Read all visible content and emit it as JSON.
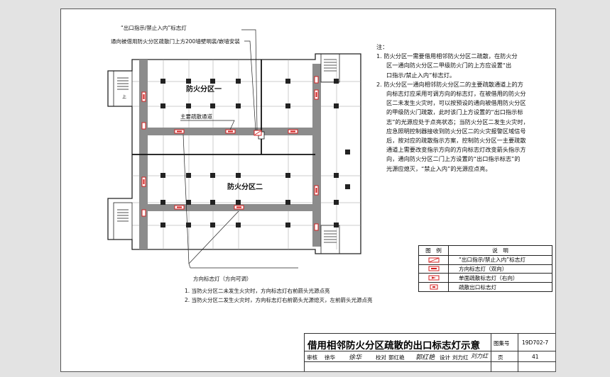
{
  "annotations": {
    "exit_sign_label": "“出口指示/禁止入内”标志灯",
    "door_install_note": "通向被借用防火分区疏散门上方200墙壁明装/嵌墙安装",
    "main_corridor": "主要疏散通道",
    "zone_one": "防火分区一",
    "zone_two": "防火分区二",
    "direction_sign_label": "方向标志灯（方向可调）",
    "bottom_note_1": "1. 当防火分区二未发生火灾时，方向标志灯右前箭头光源点亮",
    "bottom_note_2": "2. 当防火分区二发生火灾时，方向标志灯右前箭头光源熄灭，左前箭头光源点亮",
    "stair_mark": "上"
  },
  "notes": {
    "heading": "注：",
    "lines": [
      "1.  防火分区一需要借用相邻防火分区二疏散，在防火分",
      "区一通向防火分区二甲级防火门的上方应设置“出",
      "口指示/禁止入内”标志灯。",
      "2.  防火分区一通向相邻防火分区二的主要疏散通道上的方",
      "向标志灯应采用可调方向的标志灯，在被借用的防火分",
      "区二未发生火灾时，可以按预设的通向被借用防火分区",
      "的甲级防火门疏散，此时该门上方设置的“出口指示标",
      "志”的光源应处于点亮状态；当防火分区二发生火灾时，",
      "应急照明控制器接收到防火分区二的火灾报警区域信号",
      "后，按对应的疏散指示方案，控制防火分区一主要疏散",
      "通道上需要改变指示方向的方向标志灯改变箭头指示方",
      "向，通向防火分区二门上方设置的“出口指示标志”的",
      "光源应熄灭，“禁止入内”的光源应点亮。"
    ]
  },
  "legend": {
    "header_symbol": "图　例",
    "header_desc": "说　明",
    "items": [
      "“出口指示/禁止入内”标志灯",
      "方向标志灯（双向）",
      "单面疏散标志灯（右向）",
      "疏散出口标志灯"
    ]
  },
  "title_block": {
    "title": "借用相邻防火分区疏散的出口标志灯示意",
    "atlas_label": "图集号",
    "atlas_no": "19D702-7",
    "page_label": "页",
    "page_no": "41",
    "review_label": "审核",
    "reviewer": "徐华",
    "reviewer_sig": "徐华",
    "check_label": "校对",
    "checker": "郭红艳",
    "checker_sig": "郭红艳",
    "design_label": "设计",
    "designer": "刘力红",
    "designer_sig": "刘力红"
  },
  "colors": {
    "corridor": "#8c8c8c",
    "sign_red": "#d42020",
    "line": "#222222"
  }
}
